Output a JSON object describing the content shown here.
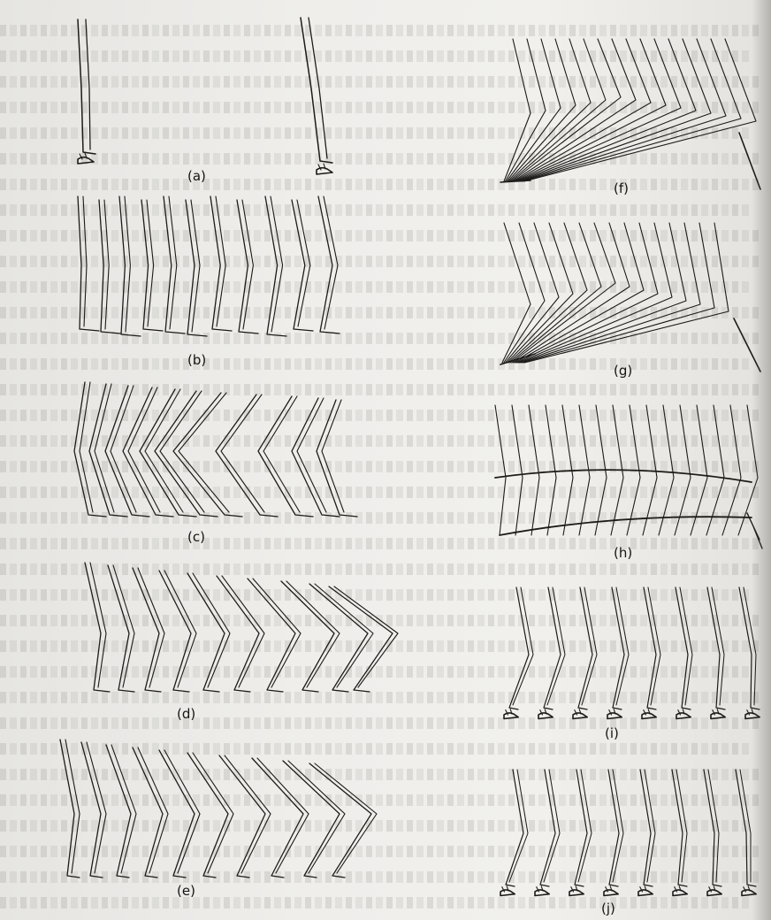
{
  "figure": {
    "panels": [
      {
        "id": "a",
        "label": "(a)",
        "type": "standing"
      },
      {
        "id": "b",
        "label": "(b)",
        "type": "side-sway"
      },
      {
        "id": "c",
        "label": "(c)",
        "type": "bend"
      },
      {
        "id": "d",
        "label": "(d)",
        "type": "bend"
      },
      {
        "id": "e",
        "label": "(e)",
        "type": "bend"
      },
      {
        "id": "f",
        "label": "(f)",
        "type": "fan"
      },
      {
        "id": "g",
        "label": "(g)",
        "type": "fan"
      },
      {
        "id": "h",
        "label": "(h)",
        "type": "fan-wide"
      },
      {
        "id": "i",
        "label": "(i)",
        "type": "leg-step"
      },
      {
        "id": "j",
        "label": "(j)",
        "type": "leg-step"
      }
    ]
  },
  "colors": {
    "ink": "#1c1b19",
    "paper": "#efeeeb"
  }
}
